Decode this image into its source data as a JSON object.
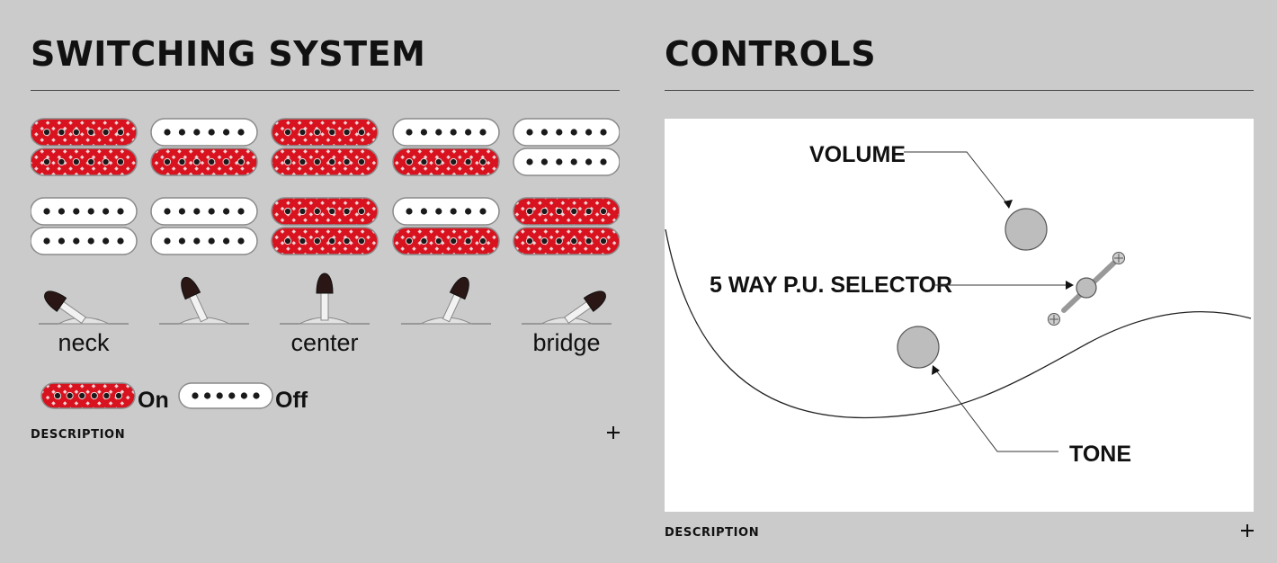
{
  "switching": {
    "title": "SWITCHING SYSTEM",
    "positions": [
      {
        "label": "neck",
        "top": [
          true,
          true
        ],
        "bottom": [
          false,
          false
        ]
      },
      {
        "label": "",
        "top": [
          false,
          true
        ],
        "bottom": [
          false,
          false
        ]
      },
      {
        "label": "center",
        "top": [
          true,
          true
        ],
        "bottom": [
          true,
          true
        ]
      },
      {
        "label": "",
        "top": [
          false,
          true
        ],
        "bottom": [
          false,
          true
        ]
      },
      {
        "label": "bridge",
        "top": [
          false,
          false
        ],
        "bottom": [
          true,
          true
        ]
      }
    ],
    "legend": {
      "on_label": "On",
      "off_label": "Off"
    },
    "description_label": "DESCRIPTION"
  },
  "controls": {
    "title": "CONTROLS",
    "diagram": {
      "volume_label": "VOLUME",
      "selector_label": "5 WAY P.U. SELECTOR",
      "tone_label": "TONE"
    },
    "description_label": "DESCRIPTION"
  },
  "colors": {
    "background": "#cbcbcb",
    "pickup_on": "#d8121e",
    "pickup_off": "#ffffff"
  }
}
